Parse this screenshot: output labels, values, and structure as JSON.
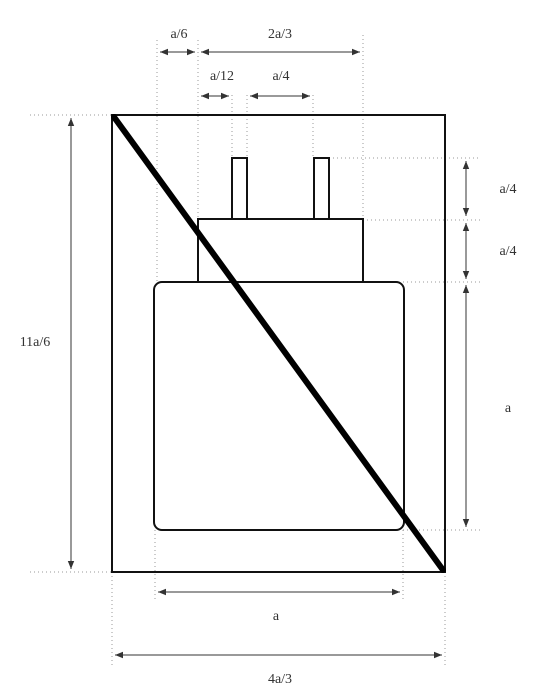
{
  "labels": {
    "top_offset": "a/6",
    "top_width": "2a/3",
    "pin_offset": "a/12",
    "pin_spacing": "a/4",
    "right_pin_height": "a/4",
    "right_base_height": "a/4",
    "right_body_height": "a",
    "left_height": "11a/6",
    "bottom_body_width": "a",
    "bottom_total_width": "4a/3"
  }
}
